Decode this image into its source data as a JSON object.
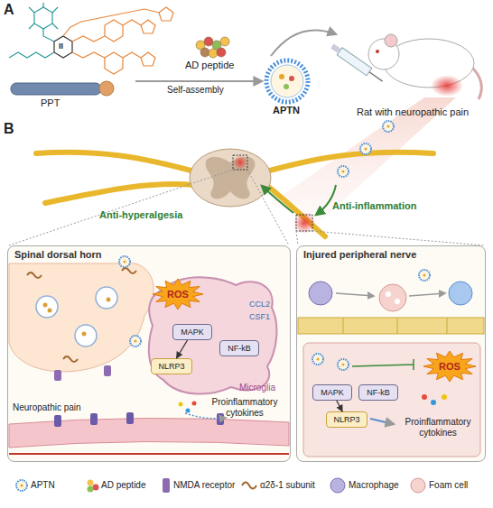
{
  "diagram": {
    "nodes": [
      {
        "text": [
          "Spinal dorsal horn"
        ]
      },
      {
        "text": [
          "Injured peripheral nerve"
        ]
      },
      {
        "text": [
          "Microglia"
        ],
        "in": 0
      },
      {
        "text": [
          "ROS"
        ],
        "in": 2
      },
      {
        "text": [
          "MAPK"
        ],
        "in": 2
      },
      {
        "text": [
          "NF-kB"
        ],
        "in": 2
      },
      {
        "text": [
          "NLRP3"
        ],
        "in": 2
      },
      {
        "text": [
          "ROS"
        ],
        "in": 1
      },
      {
        "text": [
          "MAPK"
        ],
        "in": 1
      },
      {
        "text": [
          "NF-kB"
        ],
        "in": 1
      },
      {
        "text": [
          "NLRP3"
        ],
        "in": 1
      }
    ],
    "edges": [
      {
        "from": 4,
        "to": 6,
        "arrow": "to"
      },
      {
        "from": 8,
        "to": 10,
        "arrow": "to"
      }
    ],
    "labels": [
      "A",
      "II",
      "PPT",
      "AD peptide",
      "Self-assembly",
      "APTN",
      "Rat with neuropathic pain",
      "B",
      "Anti-hyperalgesia",
      "Anti-inflammation",
      "CCL2",
      "CSF1",
      "Proinflammatory cytokines",
      "Neuropathic pain",
      "Proinflammatory cytokines"
    ],
    "legend": [
      {
        "text": "APTN"
      },
      {
        "text": "AD peptide"
      },
      {
        "text": "NMDA receptor"
      },
      {
        "text": "α2δ-1 subunit"
      },
      {
        "text": "Macrophage"
      },
      {
        "text": "Foam cell"
      }
    ]
  }
}
